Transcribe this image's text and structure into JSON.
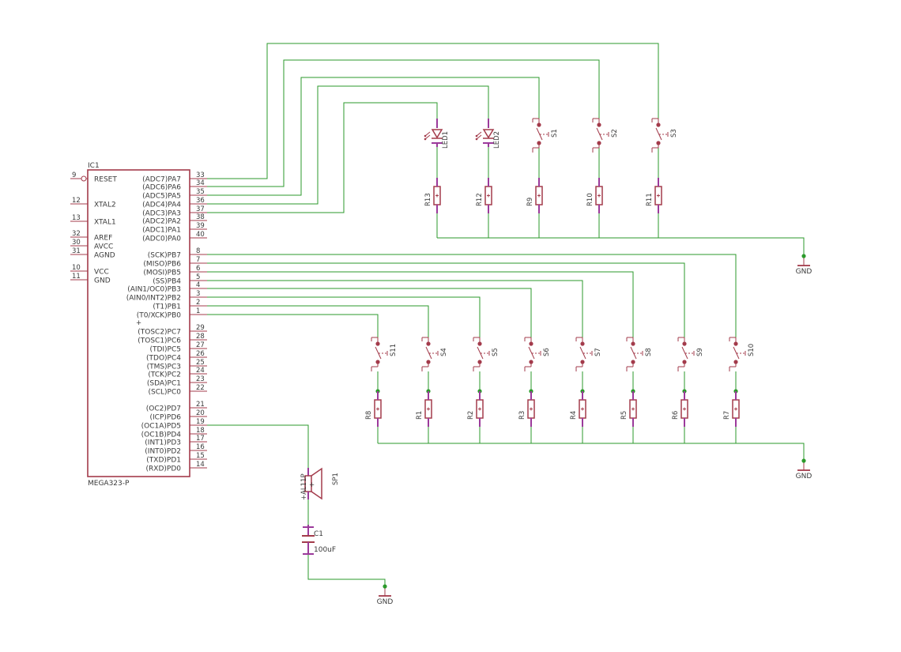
{
  "colors": {
    "background": "#ffffff",
    "wire": "#2b9a2b",
    "component": "#a33b4b",
    "pin_end": "#9b3a9b",
    "text": "#3a3a3a"
  },
  "ic": {
    "name": "IC1",
    "value": "MEGA323-P",
    "left_pins": [
      {
        "num": "9",
        "label": "RESET"
      },
      {
        "num": "12",
        "label": "XTAL2"
      },
      {
        "num": "13",
        "label": "XTAL1"
      },
      {
        "num": "32",
        "label": "AREF"
      },
      {
        "num": "30",
        "label": "AVCC"
      },
      {
        "num": "31",
        "label": "AGND"
      },
      {
        "num": "10",
        "label": "VCC"
      },
      {
        "num": "11",
        "label": "GND"
      }
    ],
    "right_pins": [
      {
        "num": "33",
        "label": "(ADC7)PA7"
      },
      {
        "num": "34",
        "label": "(ADC6)PA6"
      },
      {
        "num": "35",
        "label": "(ADC5)PA5"
      },
      {
        "num": "36",
        "label": "(ADC4)PA4"
      },
      {
        "num": "37",
        "label": "(ADC3)PA3"
      },
      {
        "num": "38",
        "label": "(ADC2)PA2"
      },
      {
        "num": "39",
        "label": "(ADC1)PA1"
      },
      {
        "num": "40",
        "label": "(ADC0)PA0"
      },
      {
        "num": "8",
        "label": "(SCK)PB7"
      },
      {
        "num": "7",
        "label": "(MISO)PB6"
      },
      {
        "num": "6",
        "label": "(MOSI)PB5"
      },
      {
        "num": "5",
        "label": "(SS)PB4"
      },
      {
        "num": "4",
        "label": "(AIN1/OC0)PB3"
      },
      {
        "num": "3",
        "label": "(AIN0/INT2)PB2"
      },
      {
        "num": "2",
        "label": "(T1)PB1"
      },
      {
        "num": "1",
        "label": "(T0/XCK)PB0"
      },
      {
        "num": "29",
        "label": "(TOSC2)PC7"
      },
      {
        "num": "28",
        "label": "(TOSC1)PC6"
      },
      {
        "num": "27",
        "label": "(TDI)PC5"
      },
      {
        "num": "26",
        "label": "(TDO)PC4"
      },
      {
        "num": "25",
        "label": "(TMS)PC3"
      },
      {
        "num": "24",
        "label": "(TCK)PC2"
      },
      {
        "num": "23",
        "label": "(SDA)PC1"
      },
      {
        "num": "22",
        "label": "(SCL)PC0"
      },
      {
        "num": "21",
        "label": "(OC2)PD7"
      },
      {
        "num": "20",
        "label": "(ICP)PD6"
      },
      {
        "num": "19",
        "label": "(OC1A)PD5"
      },
      {
        "num": "18",
        "label": "(OC1B)PD4"
      },
      {
        "num": "17",
        "label": "(INT1)PD3"
      },
      {
        "num": "16",
        "label": "(INT0)PD2"
      },
      {
        "num": "15",
        "label": "(TXD)PD1"
      },
      {
        "num": "14",
        "label": "(RXD)PD0"
      }
    ]
  },
  "top_row": [
    {
      "kind": "led",
      "name": "LED1",
      "resistor": "R13"
    },
    {
      "kind": "led",
      "name": "LED2",
      "resistor": "R12"
    },
    {
      "kind": "switch",
      "name": "S1",
      "resistor": "R9"
    },
    {
      "kind": "switch",
      "name": "S2",
      "resistor": "R10"
    },
    {
      "kind": "switch",
      "name": "S3",
      "resistor": "R11"
    }
  ],
  "bottom_row": [
    {
      "switch": "S11",
      "resistor": "R8"
    },
    {
      "switch": "S4",
      "resistor": "R1"
    },
    {
      "switch": "S5",
      "resistor": "R2"
    },
    {
      "switch": "S6",
      "resistor": "R3"
    },
    {
      "switch": "S7",
      "resistor": "R4"
    },
    {
      "switch": "S8",
      "resistor": "R5"
    },
    {
      "switch": "S9",
      "resistor": "R6"
    },
    {
      "switch": "S10",
      "resistor": "R7"
    }
  ],
  "speaker": {
    "name": "SP1",
    "value": "AL11P",
    "plus": "+"
  },
  "capacitor": {
    "name": "C1",
    "value": "100uF"
  },
  "ground_label": "GND"
}
